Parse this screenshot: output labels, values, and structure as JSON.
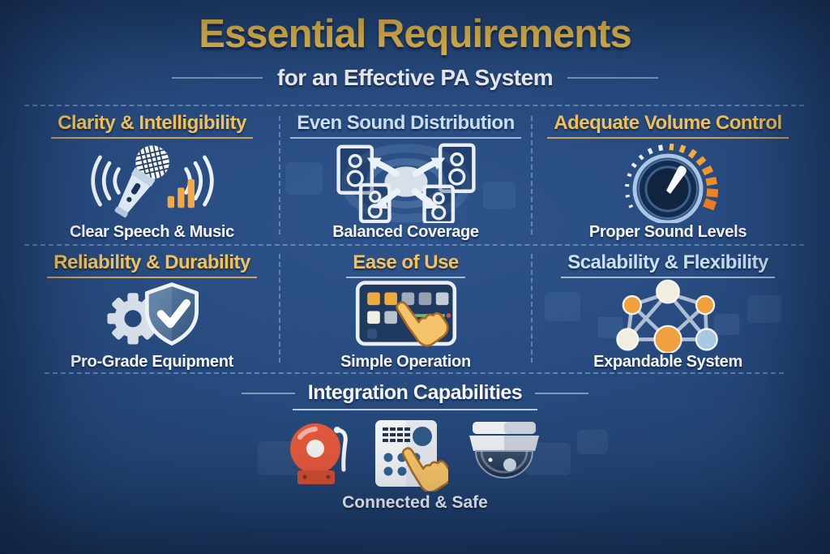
{
  "header": {
    "title": "Essential Requirements",
    "subtitle": "for an Effective PA System"
  },
  "cards": [
    {
      "title": "Clarity & Intelligibility",
      "caption": "Clear Speech & Music",
      "accent": "gold",
      "icon": "microphone-soundwaves"
    },
    {
      "title": "Even Sound Distribution",
      "caption": "Balanced Coverage",
      "accent": "blue",
      "icon": "speakers-coverage-arrows"
    },
    {
      "title": "Adequate Volume Control",
      "caption": "Proper Sound Levels",
      "accent": "gold",
      "icon": "volume-knob"
    },
    {
      "title": "Reliability & Durability",
      "caption": "Pro-Grade Equipment",
      "accent": "gold",
      "icon": "gear-shield-check"
    },
    {
      "title": "Ease of Use",
      "caption": "Simple Operation",
      "accent": "gold",
      "icon": "touch-panel-hand"
    },
    {
      "title": "Scalability & Flexibility",
      "caption": "Expandable System",
      "accent": "blue",
      "icon": "network-nodes"
    }
  ],
  "integration": {
    "title": "Integration Capabilities",
    "caption": "Connected & Safe",
    "icons": [
      "alarm-bell",
      "keypad-hand",
      "dome-camera"
    ]
  },
  "colors": {
    "background_navy": "#26497C",
    "title_gold": "#F3C44F",
    "heading_gold": "#F2C35B",
    "heading_blue": "#CBE0F2",
    "text_white": "#F4F6F9",
    "accent_orange": "#F0A041",
    "alarm_red": "#E2593C",
    "dash_blue": "#98BAE2"
  }
}
